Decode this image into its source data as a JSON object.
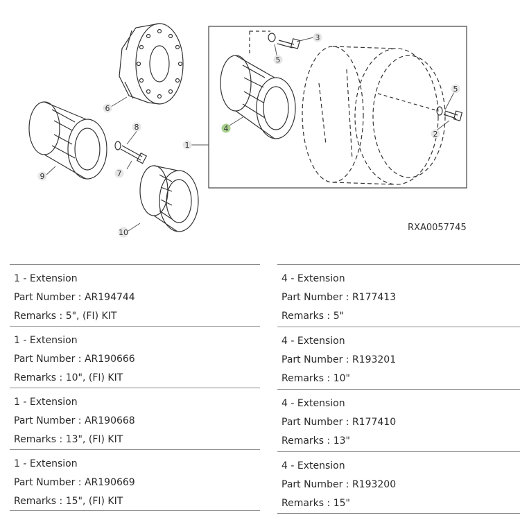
{
  "figure": {
    "code": "RXA0057745",
    "callouts": [
      "1",
      "2",
      "3",
      "4",
      "5",
      "5",
      "6",
      "7",
      "8",
      "9",
      "10"
    ],
    "highlight_color": "#a9d18e"
  },
  "parts": {
    "left": [
      {
        "title": "1 - Extension",
        "part_number": "Part Number : AR194744",
        "remarks": "Remarks : 5\", (FI) KIT"
      },
      {
        "title": "1 - Extension",
        "part_number": "Part Number : AR190666",
        "remarks": "Remarks : 10\", (FI) KIT"
      },
      {
        "title": "1 - Extension",
        "part_number": "Part Number : AR190668",
        "remarks": "Remarks : 13\", (FI) KIT"
      },
      {
        "title": "1 - Extension",
        "part_number": "Part Number : AR190669",
        "remarks": "Remarks : 15\", (FI) KIT"
      }
    ],
    "right": [
      {
        "title": "4 - Extension",
        "part_number": "Part Number : R177413",
        "remarks": "Remarks : 5\""
      },
      {
        "title": "4 - Extension",
        "part_number": "Part Number : R193201",
        "remarks": "Remarks : 10\""
      },
      {
        "title": "4 - Extension",
        "part_number": "Part Number : R177410",
        "remarks": "Remarks : 13\""
      },
      {
        "title": "4 - Extension",
        "part_number": "Part Number : R193200",
        "remarks": "Remarks : 15\""
      }
    ]
  }
}
